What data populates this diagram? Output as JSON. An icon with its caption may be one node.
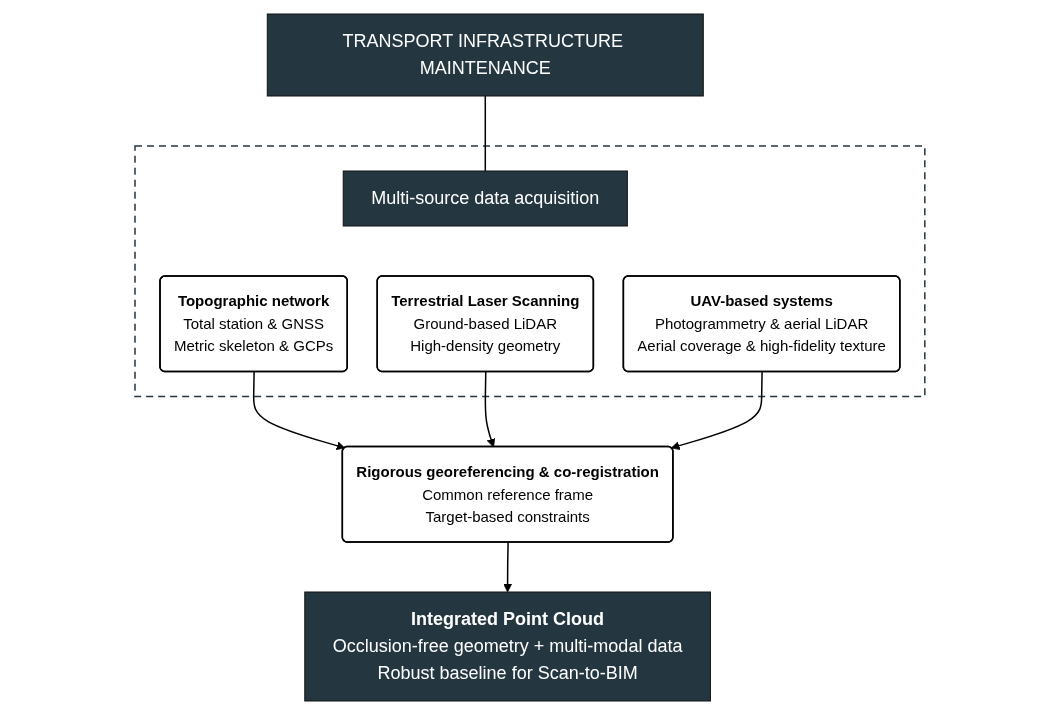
{
  "diagram": {
    "nodes": [
      {
        "text": [
          "TRANSPORT INFRASTRUCTURE MAINTENANCE"
        ]
      },
      {
        "text": [],
        "shape": "box"
      },
      {
        "text": [
          "Multi-source data acquisition"
        ],
        "in": 1
      },
      {
        "text": [
          "Topographic network",
          "Total station & GNSS",
          "Metric skeleton & GCPs"
        ],
        "in": 1
      },
      {
        "text": [
          "Terrestrial Laser Scanning",
          "Ground-based LiDAR",
          "High-density geometry"
        ],
        "in": 1
      },
      {
        "text": [
          "UAV-based systems",
          "Photogrammetry & aerial LiDAR",
          "Aerial coverage & high-fidelity texture"
        ],
        "in": 1
      },
      {
        "text": [
          "Rigorous georeferencing & co-registration",
          "Common reference frame",
          "Target-based constraints"
        ]
      },
      {
        "text": [
          "Integrated Point Cloud",
          "Occlusion-free geometry + multi-modal data",
          "Robust baseline for Scan-to-BIM"
        ]
      }
    ],
    "edges": [
      {
        "from": 0,
        "to": 2,
        "arrow": "none"
      },
      {
        "from": 3,
        "to": 6,
        "arrow": "to"
      },
      {
        "from": 4,
        "to": 6,
        "arrow": "to"
      },
      {
        "from": 5,
        "to": 6,
        "arrow": "to"
      },
      {
        "from": 6,
        "to": 7,
        "arrow": "to"
      }
    ]
  }
}
